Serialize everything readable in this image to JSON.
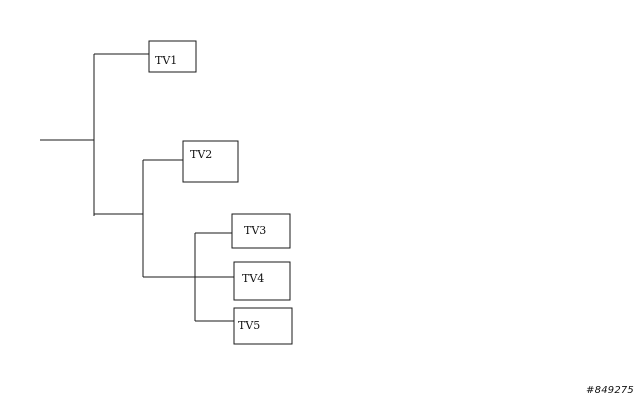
{
  "diagram": {
    "nodes": [
      {
        "id": "tv1",
        "label": "TV1"
      },
      {
        "id": "tv2",
        "label": "TV2"
      },
      {
        "id": "tv3",
        "label": "TV3"
      },
      {
        "id": "tv4",
        "label": "TV4"
      },
      {
        "id": "tv5",
        "label": "TV5"
      }
    ],
    "edges": [
      {
        "from": "root",
        "to": "tv1"
      },
      {
        "from": "root",
        "to": "group-a"
      },
      {
        "from": "group-a",
        "to": "tv2"
      },
      {
        "from": "group-a",
        "to": "group-b"
      },
      {
        "from": "group-b",
        "to": "tv3"
      },
      {
        "from": "group-b",
        "to": "tv4"
      },
      {
        "from": "group-b",
        "to": "tv5"
      }
    ]
  },
  "catalog_id": "#849275",
  "colors": {
    "line": "#1a1a1a",
    "background": "#ffffff"
  }
}
